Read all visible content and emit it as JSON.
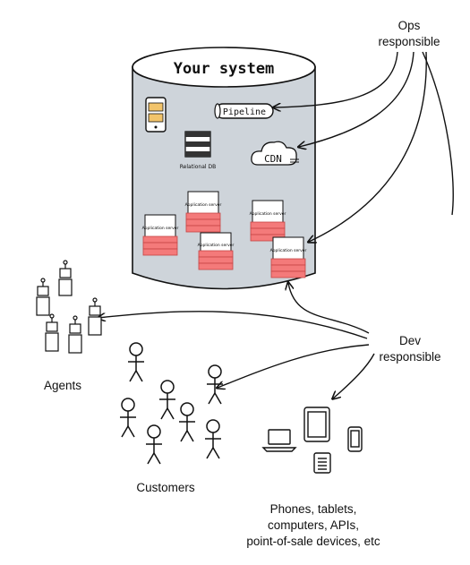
{
  "system": {
    "title": "Your system"
  },
  "components": {
    "pipeline": "Pipeline",
    "cdn": "CDN",
    "db": "Relational DB",
    "app_server": "Application server"
  },
  "labels": {
    "ops": [
      "Ops",
      "responsible"
    ],
    "dev": [
      "Dev",
      "responsible"
    ],
    "agents": "Agents",
    "customers": "Customers",
    "devices": [
      "Phones, tablets,",
      "computers, APIs,",
      "point-of-sale devices, etc"
    ]
  },
  "colors": {
    "cylinder": "#ced4da",
    "server_stack": "#f47a7a",
    "stroke": "#111111"
  }
}
